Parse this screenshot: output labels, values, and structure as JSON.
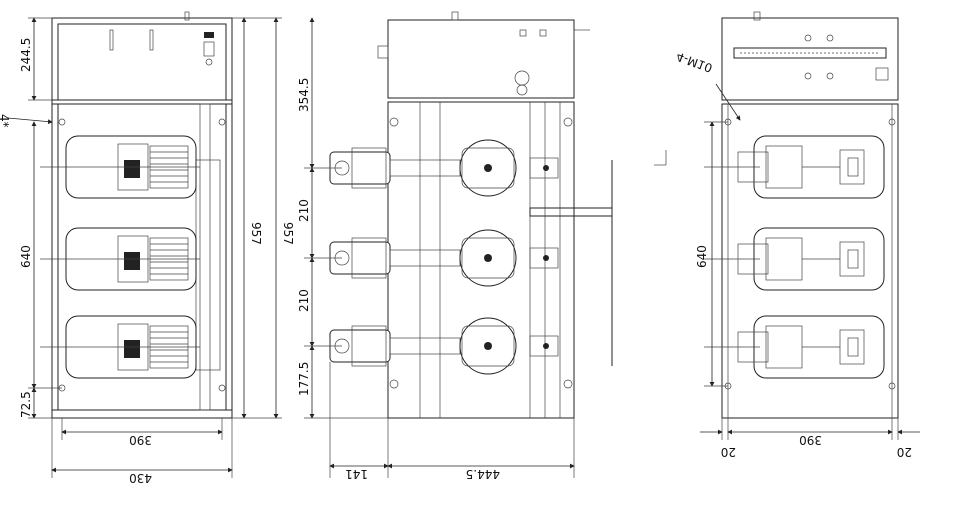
{
  "dimensions": {
    "top_height": "244.5",
    "bolt": "4*",
    "left_height": "957",
    "left_height_inner": "957",
    "left_640": "640",
    "left_72_5": "72.5",
    "left_390": "390",
    "left_430": "430",
    "mid_354_5": "354.5",
    "mid_210_a": "210",
    "mid_210_b": "210",
    "mid_177_5": "177.5",
    "mid_141": "141",
    "mid_444_5": "444.5",
    "right_640": "640",
    "right_390": "390",
    "right_20_l": "20",
    "right_20_r": "20",
    "right_4m10": "4-M10"
  }
}
